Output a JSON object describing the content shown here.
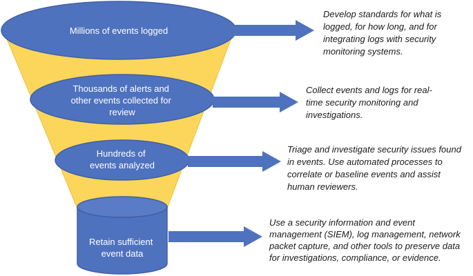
{
  "colors": {
    "funnel_fill": "#fbd65a",
    "stage_fill": "#4f72bf",
    "stage_stroke": "#3f5fa5",
    "arrow_fill": "#4f72bf",
    "note_text": "#1a1a1a",
    "label_text": "#ffffff"
  },
  "stages": [
    {
      "label_lines": [
        "Millions of events logged"
      ],
      "note_lines": [
        "Develop standards for what is",
        "logged, for how long, and for",
        "integrating logs with security",
        "monitoring systems."
      ]
    },
    {
      "label_lines": [
        "Thousands of alerts and",
        "other events collected for",
        "review"
      ],
      "note_lines": [
        "Collect events and logs for real-",
        "time security monitoring and",
        "investigations."
      ]
    },
    {
      "label_lines": [
        "Hundreds of",
        "events analyzed"
      ],
      "note_lines": [
        "Triage and investigate security issues found",
        "in events. Use automated processes to",
        "correlate or baseline events and assist",
        "human reviewers."
      ]
    },
    {
      "label_lines": [
        "Retain sufficient",
        "event data"
      ],
      "note_lines": [
        "Use a security information and event",
        "management (SIEM), log management, network",
        "packet capture, and other tools to preserve data",
        "for investigations, compliance, or evidence."
      ]
    }
  ]
}
